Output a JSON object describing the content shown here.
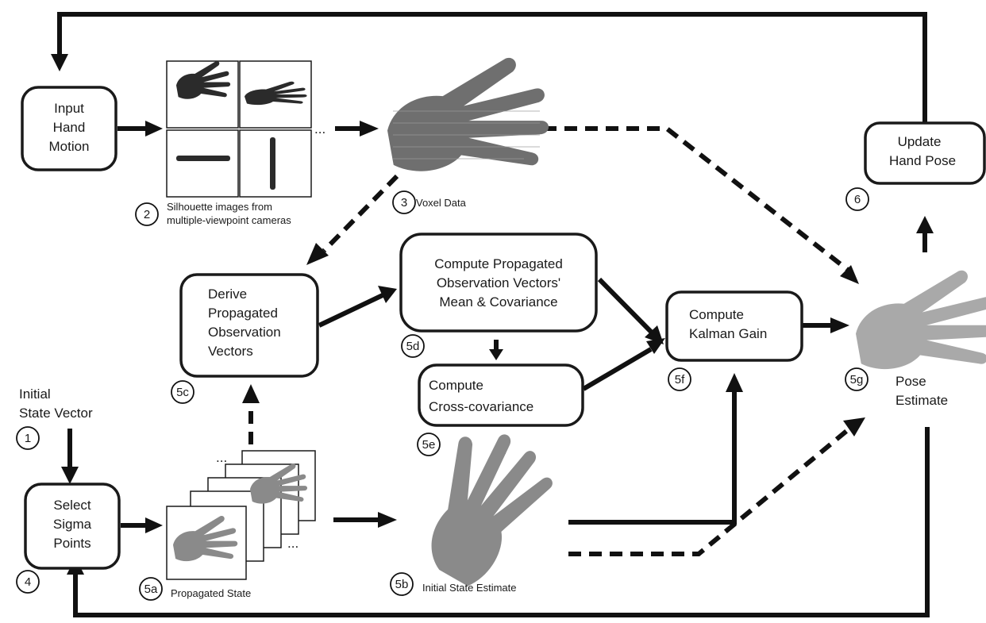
{
  "boxes": {
    "input_hand_motion": [
      "Input",
      "Hand",
      "Motion"
    ],
    "update_hand_pose": [
      "Update",
      "Hand Pose"
    ],
    "derive_observation": [
      "Derive",
      "Propagated",
      "Observation",
      "Vectors"
    ],
    "compute_mean_cov": [
      "Compute Propagated",
      "Observation Vectors'",
      "Mean & Covariance"
    ],
    "compute_cross_cov": [
      "Compute",
      "Cross-covariance"
    ],
    "compute_kalman": [
      "Compute",
      "Kalman Gain"
    ],
    "select_sigma": [
      "Select",
      "Sigma",
      "Points"
    ]
  },
  "labels": {
    "silhouette": [
      "Silhouette images from",
      "multiple-viewpoint cameras"
    ],
    "voxel_data": "Voxel Data",
    "initial_state_vector": [
      "Initial",
      "State Vector"
    ],
    "propagated_state": "Propagated State",
    "initial_state_estimate": "Initial State Estimate",
    "pose_estimate": [
      "Pose",
      "Estimate"
    ],
    "ellipsis": "..."
  },
  "steps": {
    "s1": "1",
    "s2": "2",
    "s3": "3",
    "s4": "4",
    "s5a": "5a",
    "s5b": "5b",
    "s5c": "5c",
    "s5d": "5d",
    "s5e": "5e",
    "s5f": "5f",
    "s5g": "5g",
    "s6": "6"
  },
  "colors": {
    "stroke": "#111111",
    "hand_dark": "#2b2b2b",
    "hand_gray": "#8a8a8a",
    "hand_light": "#a9a9a9"
  }
}
